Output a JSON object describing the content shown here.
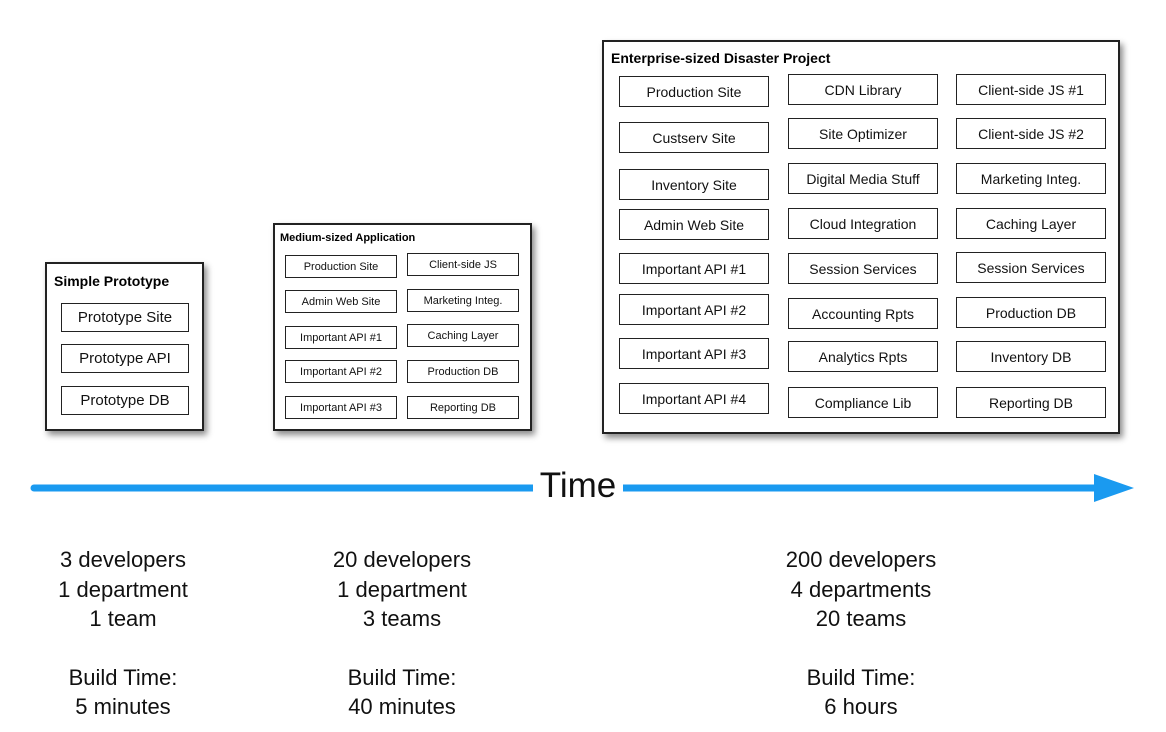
{
  "panels": [
    {
      "title": "Simple Prototype",
      "items": [
        "Prototype Site",
        "Prototype API",
        "Prototype DB"
      ]
    },
    {
      "title": "Medium-sized Application",
      "col0": [
        "Production Site",
        "Admin Web Site",
        "Important API #1",
        "Important API #2",
        "Important API #3"
      ],
      "col1": [
        "Client-side JS",
        "Marketing Integ.",
        "Caching Layer",
        "Production DB",
        "Reporting DB"
      ]
    },
    {
      "title": "Enterprise-sized Disaster Project",
      "col0": [
        "Production Site",
        "Custserv Site",
        "Inventory Site",
        "Admin Web Site",
        "Important API #1",
        "Important API #2",
        "Important API #3",
        "Important API #4"
      ],
      "col1": [
        "CDN Library",
        "Site Optimizer",
        "Digital Media Stuff",
        "Cloud Integration",
        "Session Services",
        "Accounting Rpts",
        "Analytics Rpts",
        "Compliance Lib"
      ],
      "col2": [
        "Client-side JS #1",
        "Client-side JS #2",
        "Marketing Integ.",
        "Caching Layer",
        "Session Services",
        "Production DB",
        "Inventory DB",
        "Reporting DB"
      ]
    }
  ],
  "timeline": {
    "label": "Time",
    "color": "#1a9af0"
  },
  "stats": [
    {
      "developers": "3 developers",
      "departments": "1 department",
      "teams": "1 team",
      "build_label": "Build Time:",
      "build_time": "5 minutes"
    },
    {
      "developers": "20 developers",
      "departments": "1 department",
      "teams": "3 teams",
      "build_label": "Build Time:",
      "build_time": "40 minutes"
    },
    {
      "developers": "200 developers",
      "departments": "4 departments",
      "teams": "20 teams",
      "build_label": "Build Time:",
      "build_time": "6 hours"
    }
  ]
}
